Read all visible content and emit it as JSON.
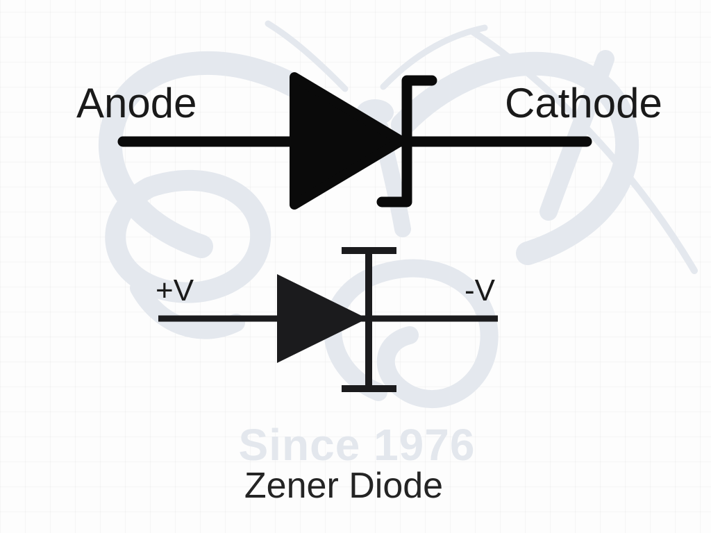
{
  "page": {
    "background_color": "#fdfdfd",
    "caption": "Zener Diode"
  },
  "watermark": {
    "text": "Since 1976",
    "text_color": "#e3e7ed",
    "butterfly_color": "#e4e8ee"
  },
  "symbols": {
    "standard": {
      "left_label": "Anode",
      "right_label": "Cathode",
      "color": "#0a0a0a"
    },
    "alternate": {
      "left_label": "+V",
      "right_label": "-V",
      "color": "#1b1b1d"
    }
  },
  "label_color": "#1a1a1a"
}
